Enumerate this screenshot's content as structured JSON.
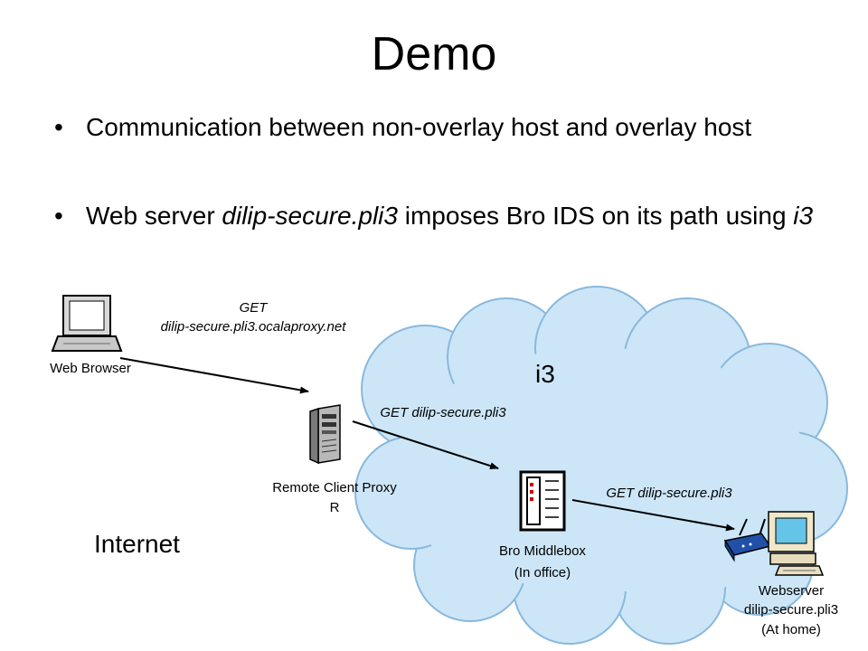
{
  "slide": {
    "title": "Demo",
    "bullets": [
      {
        "text": "Communication between non-overlay host and overlay host"
      },
      {
        "pre": "Web server ",
        "em1": "dilip-secure.pli3",
        "mid": " imposes Bro IDS on its path using ",
        "em2": "i3"
      }
    ]
  },
  "diagram": {
    "cloud_label": "i3",
    "internet_label": "Internet",
    "nodes": {
      "browser": "Web Browser",
      "proxy_line1": "Remote Client Proxy",
      "proxy_line2": "R",
      "middlebox_line1": "Bro Middlebox",
      "middlebox_line2": "(In office)",
      "server_line1": "Webserver",
      "server_line2": "dilip-secure.pli3",
      "server_line3": "(At home)"
    },
    "edges": {
      "browser_to_proxy_line1": "GET",
      "browser_to_proxy_line2": "dilip-secure.pli3.ocalaproxy.net",
      "proxy_to_middlebox": "GET dilip-secure.pli3",
      "middlebox_to_server": "GET dilip-secure.pli3"
    },
    "colors": {
      "cloud_fill": "#cce6f8",
      "cloud_stroke": "#8ab8dc"
    }
  }
}
